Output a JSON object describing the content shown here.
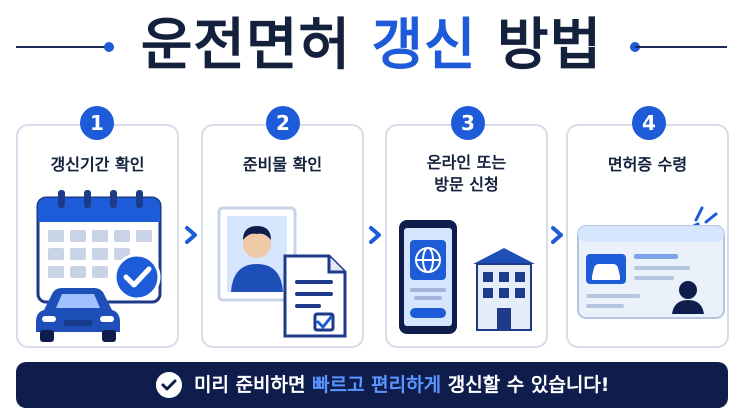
{
  "title": {
    "part1": "운전면허",
    "part2": "갱신",
    "part3": "방법"
  },
  "steps": [
    {
      "number": "1",
      "title_lines": [
        "갱신기간 확인"
      ]
    },
    {
      "number": "2",
      "title_lines": [
        "준비물 확인"
      ]
    },
    {
      "number": "3",
      "title_lines": [
        "온라인 또는",
        "방문 신청"
      ]
    },
    {
      "number": "4",
      "title_lines": [
        "면허증 수령"
      ]
    }
  ],
  "banner": {
    "before": "미리 준비하면 ",
    "highlight": "빠르고 편리하게",
    "after": " 갱신할 수 있습니다!"
  },
  "colors": {
    "accent": "#1e5bd8",
    "navy": "#0f1d4d",
    "text": "#14213d",
    "highlight": "#5b95ff"
  },
  "icons": [
    "calendar-icon",
    "car-icon",
    "check-icon",
    "id-photo-icon",
    "document-icon",
    "smartphone-icon",
    "globe-icon",
    "building-icon",
    "license-card-icon"
  ]
}
